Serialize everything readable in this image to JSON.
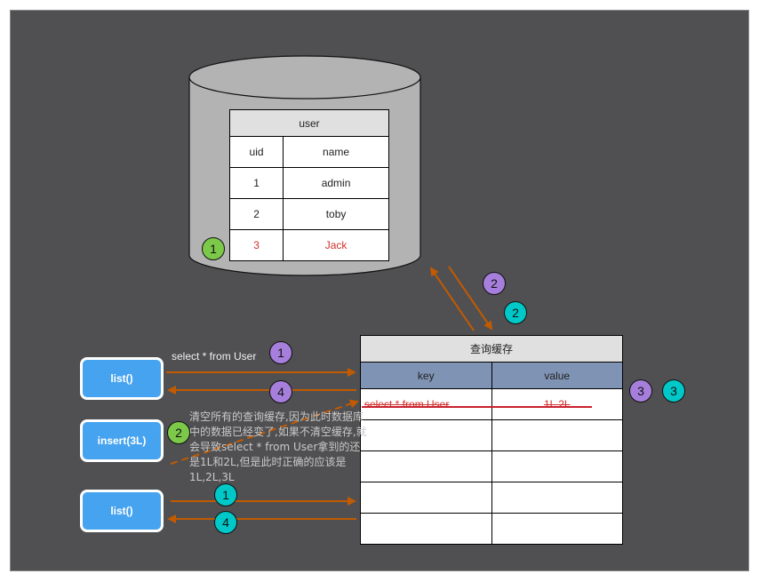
{
  "colors": {
    "canvas_bg": "#505052",
    "arrow": "#c25a00",
    "strike": "#c8202e",
    "button": "#46a3ef",
    "badge_purple": "#a67fdc",
    "badge_teal": "#00c8c8",
    "badge_green": "#7cc94a",
    "cache_header": "#7f93b4",
    "highlight_text": "#d0302e"
  },
  "database": {
    "table_title": "user",
    "columns": [
      "uid",
      "name"
    ],
    "rows": [
      [
        "1",
        "admin"
      ],
      [
        "2",
        "toby"
      ],
      [
        "3",
        "Jack"
      ]
    ],
    "new_row_badge": "1"
  },
  "cache": {
    "title": "查询缓存",
    "columns": [
      "key",
      "value"
    ],
    "invalidated_row": {
      "key": "select * from User",
      "value": "1L    2L"
    },
    "empty_rows": 4,
    "badges": [
      "3",
      "3"
    ]
  },
  "buttons": {
    "list1": "list()",
    "insert": "insert(3L)",
    "list2": "list()"
  },
  "labels": {
    "query": "select * from User",
    "note": "清空所有的查询缓存,因为此时数据库中的数据已经变了,如果不清空缓存,就会导致select * from User拿到的还是1L和2L,但是此时正确的应该是1L,2L,3L"
  },
  "badges": {
    "purple_1": "1",
    "purple_4": "4",
    "purple_2": "2",
    "teal_2": "2",
    "green_2": "2",
    "teal_1": "1",
    "teal_4": "4"
  }
}
